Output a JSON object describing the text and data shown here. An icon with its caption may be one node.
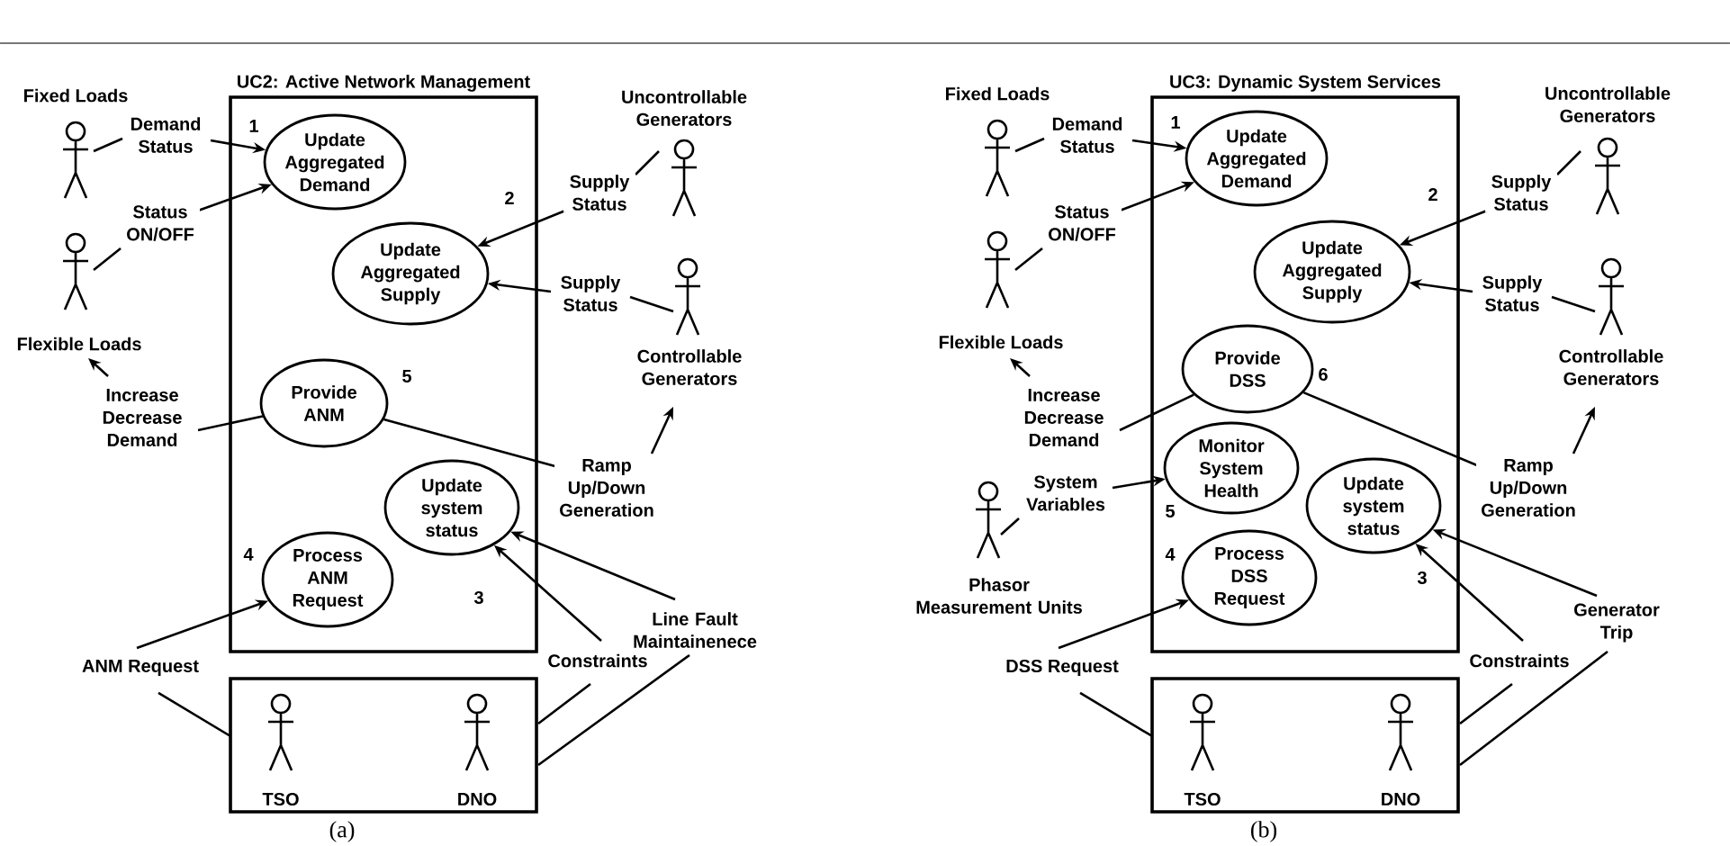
{
  "diagram": {
    "nodes": [
      {
        "text": [
          "Fixed Loads"
        ]
      },
      {
        "text": [
          "UC2: Active Network Management"
        ]
      },
      {
        "text": [
          "Update Aggregated Demand"
        ],
        "in": 1,
        "beside": [
          "1"
        ]
      },
      {
        "text": [
          "Uncontrollable Generators"
        ]
      },
      {
        "text": [
          "Flexible Loads"
        ]
      },
      {
        "text": [
          "Update Aggregated Supply"
        ],
        "in": 1,
        "beside": [
          "2"
        ]
      },
      {
        "text": [
          "Controllable Generators"
        ]
      },
      {
        "text": [
          "Provide ANM"
        ],
        "in": 1,
        "beside": [
          "5"
        ]
      },
      {
        "text": [
          "Update system status"
        ],
        "in": 1,
        "beside": [
          "3"
        ]
      },
      {
        "text": [
          "Process ANM Request"
        ],
        "in": 1,
        "beside": [
          "4"
        ]
      },
      {
        "text": [],
        "shape": "box"
      },
      {
        "text": [
          "TSO"
        ],
        "in": 10
      },
      {
        "text": [
          "DNO"
        ],
        "in": 10
      },
      {
        "text": [
          "Fixed Loads"
        ]
      },
      {
        "text": [
          "UC3: Dynamic System Services"
        ]
      },
      {
        "text": [
          "Update Aggregated Demand"
        ],
        "in": 14,
        "beside": [
          "1"
        ]
      },
      {
        "text": [
          "Uncontrollable Generators"
        ]
      },
      {
        "text": [
          "Flexible Loads"
        ]
      },
      {
        "text": [
          "Update Aggregated Supply"
        ],
        "in": 14,
        "beside": [
          "2"
        ]
      },
      {
        "text": [
          "Controllable Generators"
        ]
      },
      {
        "text": [
          "Provide DSS"
        ],
        "in": 14,
        "beside": [
          "6"
        ]
      },
      {
        "text": [
          "Monitor System Health"
        ],
        "in": 14,
        "beside": [
          "5"
        ]
      },
      {
        "text": [
          "Phasor Measurement Units"
        ]
      },
      {
        "text": [
          "Update system status"
        ],
        "in": 14,
        "beside": [
          "3"
        ]
      },
      {
        "text": [
          "Process DSS Request"
        ],
        "in": 14,
        "beside": [
          "4"
        ]
      },
      {
        "text": [],
        "shape": "box"
      },
      {
        "text": [
          "TSO"
        ],
        "in": 25
      },
      {
        "text": [
          "DNO"
        ],
        "in": 25
      }
    ],
    "edges": [
      {
        "from": 0,
        "to": 2,
        "arrow": "to",
        "label": "Demand Status"
      },
      {
        "from": 4,
        "to": 2,
        "arrow": "to",
        "label": "Status ON/OFF"
      },
      {
        "from": 3,
        "to": 5,
        "arrow": "to",
        "label": "Supply Status"
      },
      {
        "from": 6,
        "to": 5,
        "arrow": "to",
        "label": "Supply Status"
      },
      {
        "from": 7,
        "to": 4,
        "arrow": "to",
        "label": "Increase Decrease Demand"
      },
      {
        "from": 7,
        "to": 6,
        "arrow": "to",
        "label": "Ramp Up/Down Generation"
      },
      {
        "from": 10,
        "to": 9,
        "arrow": "to",
        "label": "ANM Request"
      },
      {
        "from": 10,
        "to": 8,
        "arrow": "to",
        "label": "Constraints"
      },
      {
        "from": 10,
        "to": 8,
        "arrow": "to",
        "label": "Line Fault Maintainenece"
      },
      {
        "from": 13,
        "to": 15,
        "arrow": "to",
        "label": "Demand Status"
      },
      {
        "from": 17,
        "to": 15,
        "arrow": "to",
        "label": "Status ON/OFF"
      },
      {
        "from": 16,
        "to": 18,
        "arrow": "to",
        "label": "Supply Status"
      },
      {
        "from": 19,
        "to": 18,
        "arrow": "to",
        "label": "Supply Status"
      },
      {
        "from": 20,
        "to": 17,
        "arrow": "to",
        "label": "Increase Decrease Demand"
      },
      {
        "from": 20,
        "to": 19,
        "arrow": "to",
        "label": "Ramp Up/Down Generation"
      },
      {
        "from": 22,
        "to": 21,
        "arrow": "to",
        "label": "System Variables"
      },
      {
        "from": 25,
        "to": 24,
        "arrow": "to",
        "label": "DSS Request"
      },
      {
        "from": 25,
        "to": 23,
        "arrow": "to",
        "label": "Constraints"
      },
      {
        "from": 25,
        "to": 23,
        "arrow": "to",
        "label": "Generator Trip"
      }
    ],
    "labels": [
      "(a)",
      "(b)"
    ]
  }
}
